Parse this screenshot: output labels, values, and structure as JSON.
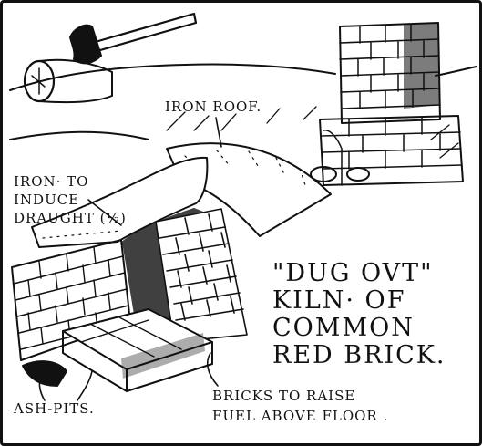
{
  "labels": {
    "iron_roof": "IRON ROOF.",
    "iron_draught": [
      "IRON· TO",
      "INDUCE",
      "DRAUGHT (½)"
    ],
    "title": [
      "\"DUG OVT\"",
      "KILN· OF",
      "COMMON",
      "RED BRICK."
    ],
    "bricks_raise": [
      "BRICKS TO RAISE",
      "FUEL ABOVE FLOOR ."
    ],
    "ash_pits": "ASH-PITS."
  }
}
